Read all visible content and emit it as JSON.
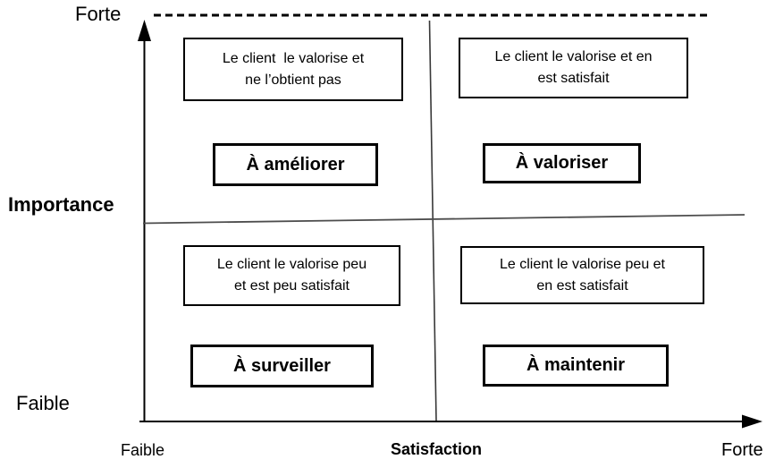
{
  "diagram": {
    "title_hint": "Importance / Satisfaction quadrant matrix",
    "y_axis": {
      "label": "Importance",
      "top_label": "Forte",
      "bottom_label": "Faible"
    },
    "x_axis": {
      "label": "Satisfaction",
      "left_label": "Faible",
      "right_label": "Forte"
    },
    "quadrants": {
      "top_left": {
        "description_line1": "Le client  le valorise et",
        "description_line2": "ne l’obtient pas",
        "label": "À améliorer"
      },
      "top_right": {
        "description_line1": "Le client le valorise et en",
        "description_line2": "est satisfait",
        "label": "À valoriser"
      },
      "bottom_left": {
        "description_line1": "Le client le valorise peu",
        "description_line2": "et est peu satisfait",
        "label": "À surveiller"
      },
      "bottom_right": {
        "description_line1": "Le client le valorise peu et",
        "description_line2": "en est satisfait",
        "label": "À maintenir"
      }
    },
    "colors": {
      "axis_line": "#000000",
      "divider_line": "#4d4d4d",
      "background": "#ffffff"
    }
  }
}
